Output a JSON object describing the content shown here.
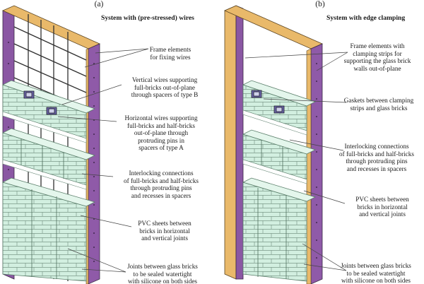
{
  "panel_a": {
    "label": "(a)",
    "title": "System with (pre-stressed) wires",
    "callouts": [
      {
        "lines": [
          "Frame elements",
          "for fixing wires"
        ]
      },
      {
        "lines": [
          "Vertical wires supporting",
          "full-bricks out-of-plane",
          "through spacers of type B"
        ]
      },
      {
        "lines": [
          "Horizontal wires supporting",
          "full-bricks and half-bricks",
          "out-of-plane through",
          "protruding pins in",
          "spacers of type A"
        ]
      },
      {
        "lines": [
          "Interlocking connections",
          "of full-bricks and half-bricks",
          "through protruding pins",
          "and recesses in spacers"
        ]
      },
      {
        "lines": [
          "PVC sheets between",
          "bricks in horizontal",
          "and vertical joints"
        ]
      },
      {
        "lines": [
          "Joints between glass bricks",
          "to be sealed watertight",
          "with silicone on both sides"
        ]
      }
    ]
  },
  "panel_b": {
    "label": "(b)",
    "title": "System with edge clamping",
    "callouts": [
      {
        "lines": [
          "Frame elements with",
          "clamping strips for",
          "supporting the glass brick",
          "walls out-of-plane"
        ]
      },
      {
        "lines": [
          "Gaskets between clamping",
          "strips and glass bricks"
        ]
      },
      {
        "lines": [
          "Interlocking connections",
          "of full-bricks and half-bricks",
          "through protruding pins",
          "and recesses in spacers"
        ]
      },
      {
        "lines": [
          "PVC sheets between",
          "bricks in horizontal",
          "and vertical joints"
        ]
      },
      {
        "lines": [
          "Joints between glass bricks",
          "to be sealed watertight",
          "with silicone on both sides"
        ]
      }
    ]
  },
  "colors": {
    "brick": "#cfeedd",
    "frame_side": "#8a57a3",
    "frame_top": "#efc277",
    "wire": "#333333"
  }
}
